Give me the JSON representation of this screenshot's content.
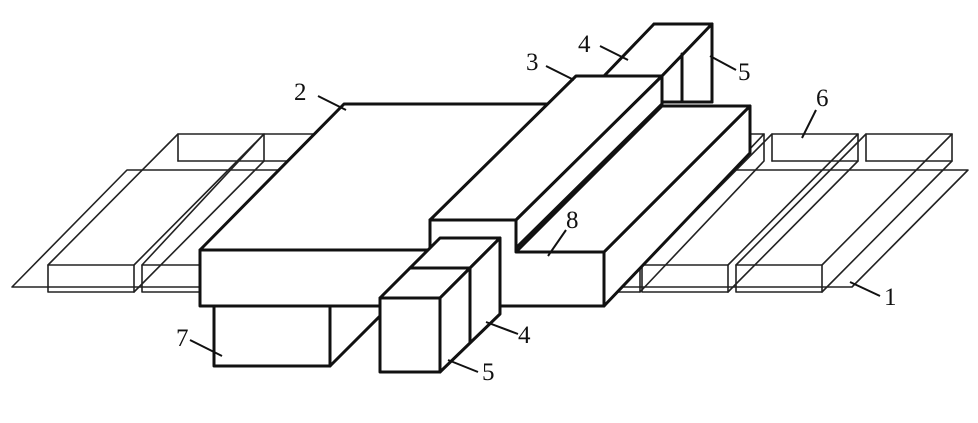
{
  "labels": {
    "l1": "1",
    "l2": "2",
    "l3": "3",
    "l4_top": "4",
    "l4_bottom": "4",
    "l5_top": "5",
    "l5_bottom": "5",
    "l6": "6",
    "l7": "7",
    "l8": "8"
  },
  "colors": {
    "line": "#111111",
    "background": "#ffffff"
  }
}
